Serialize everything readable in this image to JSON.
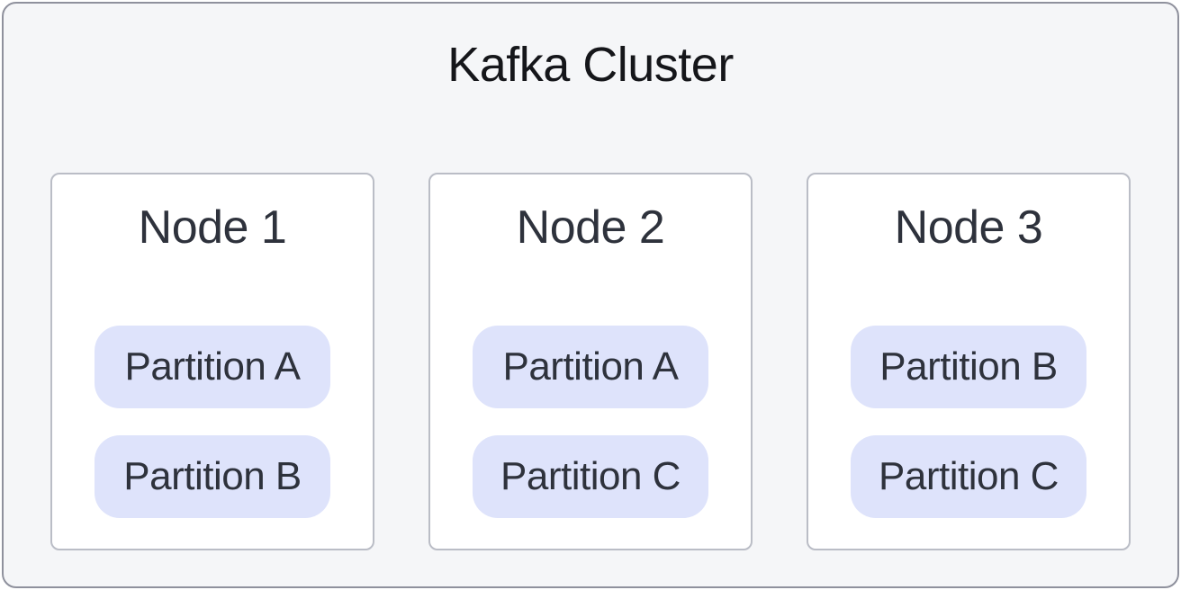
{
  "diagram": {
    "title": "Kafka Cluster",
    "nodes": [
      {
        "label": "Node 1",
        "partitions": [
          "Partition A",
          "Partition B"
        ]
      },
      {
        "label": "Node 2",
        "partitions": [
          "Partition A",
          "Partition C"
        ]
      },
      {
        "label": "Node 3",
        "partitions": [
          "Partition B",
          "Partition C"
        ]
      }
    ],
    "colors": {
      "cluster_background": "#f5f6f8",
      "cluster_border": "#8f919d",
      "node_background": "#ffffff",
      "node_border": "#babdc6",
      "partition_background": "#dee3fb",
      "title_text": "#15161a",
      "node_text": "#2e323c",
      "partition_text": "#2e323c"
    }
  }
}
